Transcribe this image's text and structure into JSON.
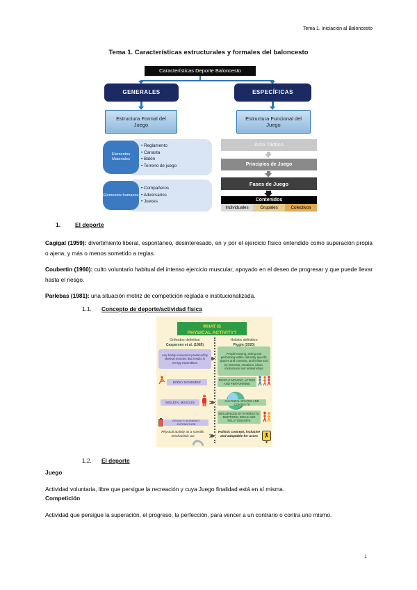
{
  "page": {
    "header": "Tema 1. Iniciación al Baloncesto",
    "title": "Tema 1. Características estructurales y formales del baloncesto",
    "page_number": "1"
  },
  "diagram": {
    "root": "Características Deporte Baloncesto",
    "left_branch": {
      "heading": "GENERALES",
      "box": "Estructura Formal del Juego",
      "groups": [
        {
          "label": "Elementos Materiales",
          "items": [
            "Reglamento",
            "Canasta",
            "Balón",
            "Terreno de juego"
          ]
        },
        {
          "label": "Elementos humanos",
          "items": [
            "Compañeros",
            "Adversarios",
            "Jueces"
          ]
        }
      ]
    },
    "right_branch": {
      "heading": "ESPECÍFICAS",
      "box": "Estructura Funcional del Juego",
      "steps": [
        "Acto Táctico",
        "Principios de Juego",
        "Fases de Juego"
      ],
      "contenidos_label": "Contenidos",
      "contenidos_cells": [
        "Individuales",
        "Grupales",
        "Colectivos"
      ]
    },
    "colors": {
      "accent_blue": "#2E75B5",
      "navy": "#1B2A63",
      "label_blue": "#3B7AC2",
      "panel_blue": "#D9E5F5",
      "step_light": "#C9C9C9",
      "step_mid": "#8A8A8A",
      "step_dark": "#3F3F3F",
      "cell_gray": "#D9D9D9",
      "cell_tan": "#E4C98E",
      "cell_gold": "#DFA953"
    }
  },
  "section1": {
    "number": "1.",
    "heading": "El deporte",
    "paragraphs": [
      {
        "lead": "Cagigal (1959):",
        "text": " divertimiento liberal, espontáneo, desinteresado, en y por el ejercicio físico entendido como superación propia o ajena, y más o menos sometido a reglas."
      },
      {
        "lead": "Coubertin (1960):",
        "text": " culto voluntario habitual del intenso ejercicio muscular, apoyado en el deseo de progresar y que puede llevar hasta el riesgo."
      },
      {
        "lead": "Parlebas (1981):",
        "text": " una situación motriz de competición reglada e institucionalizada."
      }
    ]
  },
  "section11": {
    "number": "1.1.",
    "heading": "Concepto de deporte/actividad física"
  },
  "infographic": {
    "title_line1": "WHAT IS",
    "title_line2": "PHYSICAL ACTIVITY?",
    "chevron_glyph": "≫",
    "colors": {
      "background": "#FBF2D5",
      "green": "#2E9C46",
      "yellow": "#FFD531",
      "lavender": "#CBC4EA",
      "light_green": "#A5D2A3"
    },
    "left": {
      "header": "Orthodox definition",
      "source": "Caspersen et al. (1985)",
      "definition": "Any bodily movement produced by skeletal muscles that results in energy expenditure",
      "chips": [
        "BODILY MOVEMENT",
        "SKELETAL MUSCLES",
        "RESULTS IN ENERGY EXPENDITURE"
      ],
      "caption": "Physical activity as a specific mechanistic act"
    },
    "right": {
      "header": "Holistic definition",
      "source": "Piggin (2020)",
      "definition": "People moving, acting and performing within culturally specific spaces and contexts, and influenced by interests, emotions, ideas, instructions and relationships",
      "chips": [
        "PEOPLE MOVING, ACTING AND PERFORMING",
        "CULTURAL SPACES AND CONTEXTS",
        "INFLUENCED BY INTERESTS, EMOTIONS, IDEAS AND RELATIONSHIPS"
      ],
      "caption": "Holistic concept, inclusive and adaptable for users"
    }
  },
  "section12": {
    "number": "1.2.",
    "heading": "El deporte",
    "blocks": [
      {
        "term": "Juego",
        "text": "Actividad voluntaria, libre que persigue la recreación y cuya Juego finalidad está en sí misma."
      },
      {
        "term": "Competición",
        "text": "Actividad que persigue la superación, el progreso, la perfección, para vencer a un contrario o contra uno mismo."
      }
    ]
  }
}
